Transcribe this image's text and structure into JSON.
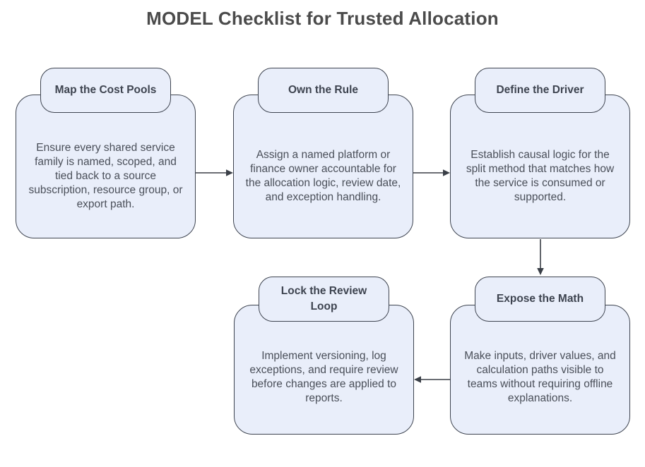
{
  "title": "MODEL Checklist for Trusted Allocation",
  "diagram": {
    "type": "flowchart",
    "steps": [
      {
        "label": "Map the Cost Pools",
        "description": "Ensure every shared service family is named, scoped, and tied back to a source subscription, resource group, or export path."
      },
      {
        "label": "Own the Rule",
        "description": "Assign a named platform or finance owner accountable for the allocation logic, review date, and exception handling."
      },
      {
        "label": "Define the Driver",
        "description": "Establish causal logic for the split method that matches how the service is consumed or supported."
      },
      {
        "label": "Expose the Math",
        "description": "Make inputs, driver values, and calculation paths visible to teams without requiring offline explanations."
      },
      {
        "label": "Lock the Review Loop",
        "description": "Implement versioning, log exceptions, and require review before changes are applied to reports."
      }
    ],
    "connections": [
      {
        "from": "Map the Cost Pools",
        "to": "Own the Rule",
        "direction": "right"
      },
      {
        "from": "Own the Rule",
        "to": "Define the Driver",
        "direction": "right"
      },
      {
        "from": "Define the Driver",
        "to": "Expose the Math",
        "direction": "down"
      },
      {
        "from": "Expose the Math",
        "to": "Lock the Review Loop",
        "direction": "left"
      }
    ],
    "colors": {
      "background": "#FFFFFF",
      "node_fill": "#E9EEFA",
      "node_border": "#3E4450",
      "header_text": "#3E4450",
      "body_text": "#4A4F59",
      "arrow": "#3A3F47",
      "title_text": "#4B4B4B"
    }
  }
}
